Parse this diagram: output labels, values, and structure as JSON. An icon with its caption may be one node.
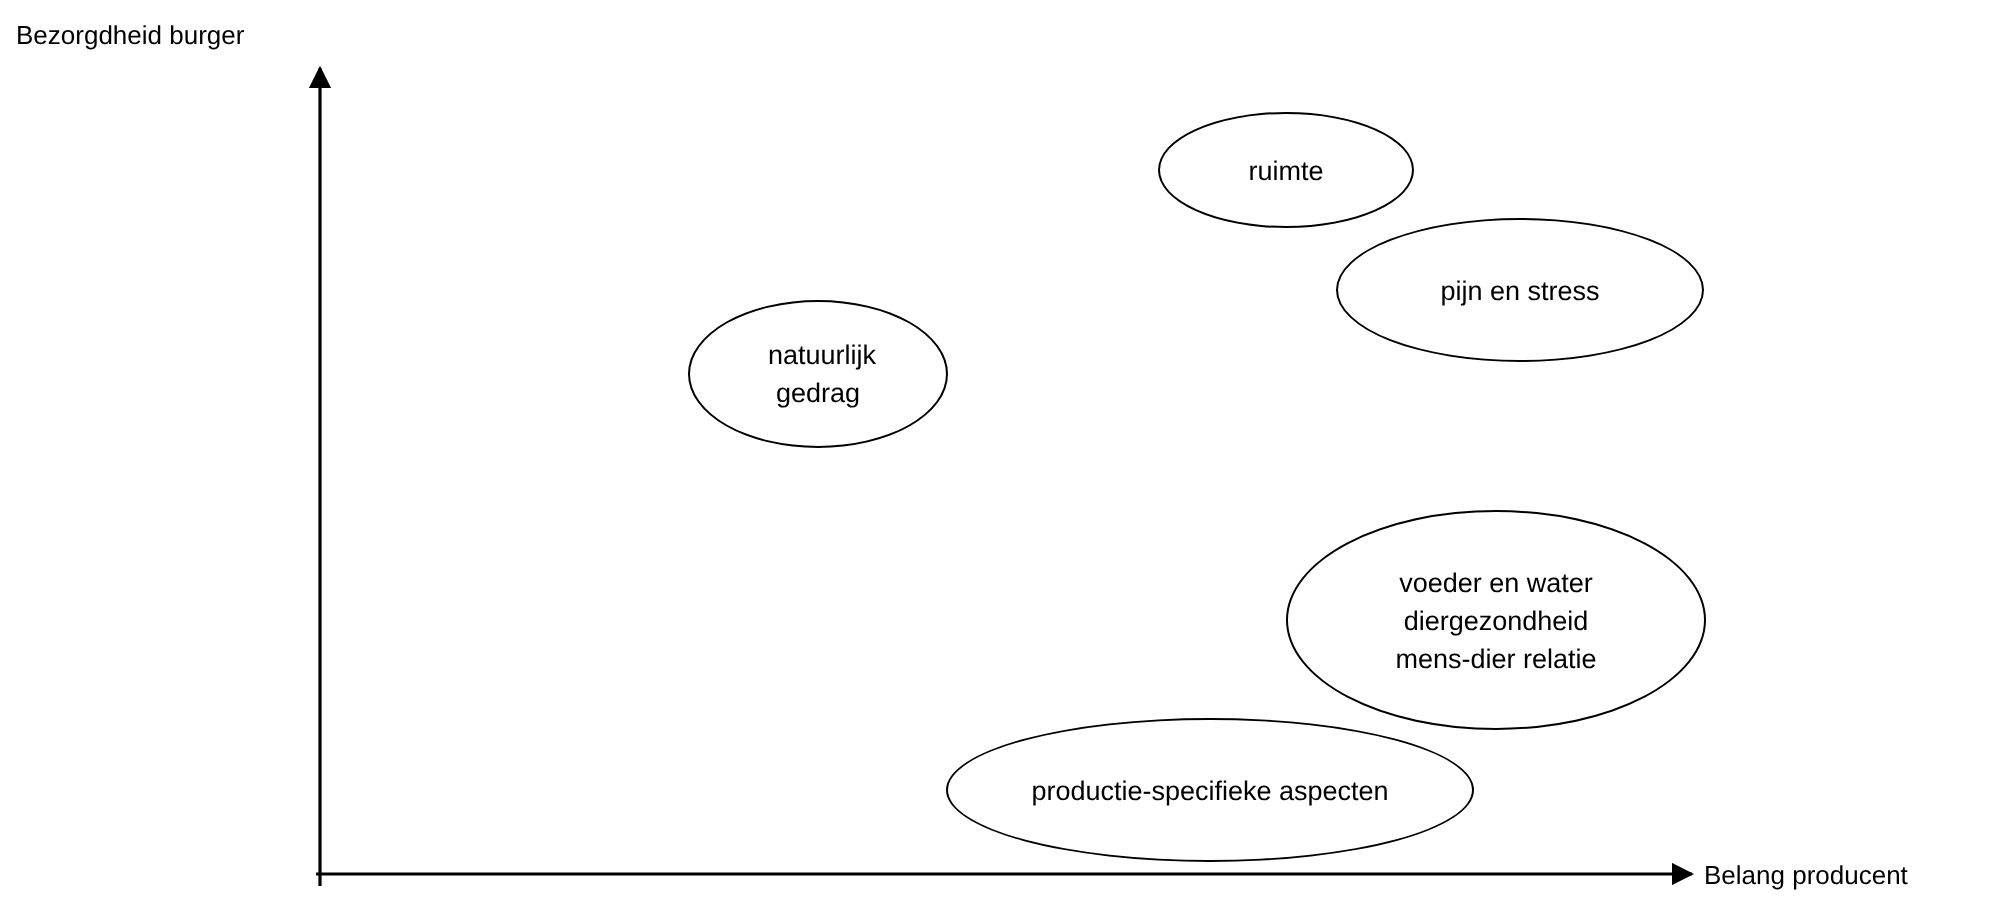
{
  "diagram": {
    "nodes": [
      {
        "text": [
          "ruimte"
        ]
      },
      {
        "text": [
          "pijn en stress"
        ]
      },
      {
        "text": [
          "natuurlijk gedrag"
        ]
      },
      {
        "text": [
          "voeder en water",
          "diergezondheid",
          "mens-dier relatie"
        ]
      },
      {
        "text": [
          "productie-specifieke aspecten"
        ]
      }
    ],
    "edges": [],
    "labels": [
      "Bezorgdheid burger",
      "Belang producent"
    ]
  }
}
